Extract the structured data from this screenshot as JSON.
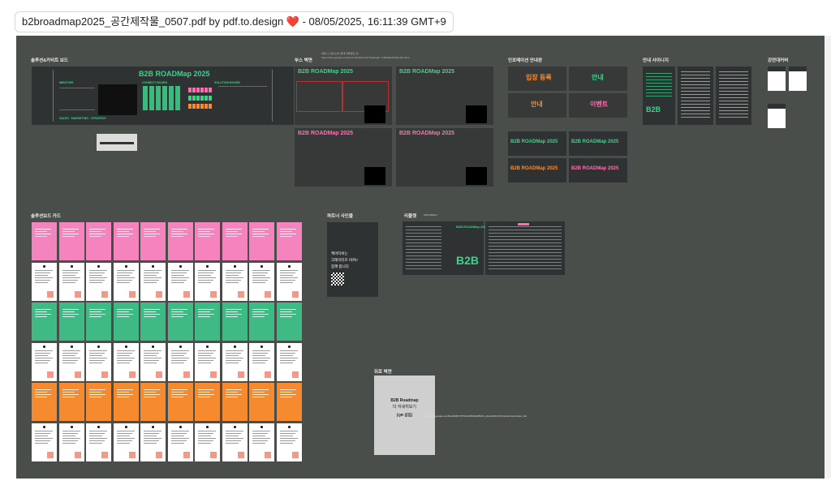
{
  "header": {
    "title": "b2broadmap2025_공간제작물_0507.pdf by pdf.to.design ❤️ - 08/05/2025, 16:11:39 GMT+9"
  },
  "sections": {
    "solution_board": "솔루션&카비트 보드",
    "booth_wall": "부스 벽면",
    "info_desk": "인포메이션 안내판",
    "guide_signage": "안내 사이니지",
    "lecture_stand": "강연대커버",
    "solution_cards": "솔루션보드 카드",
    "partner_sign": "파트너 사인물",
    "leaflet": "리플렛",
    "leaflet_size": "210×210mm",
    "back_wall": "뒤로 벽면"
  },
  "brand": {
    "b2b": "B2B",
    "road": "ROAD",
    "map_script": "Map",
    "year": "2025",
    "combo": "B2B ROADMap 2025"
  },
  "info_desk": {
    "entry": "입장 등록",
    "guide1": "안내",
    "guide2": "안내",
    "event": "이벤트"
  },
  "partner": {
    "line1": "케어티비는",
    "line2": "크레이티즈 비커!!",
    "line3": "함께 합니다"
  },
  "back_panel": {
    "title": "B2B Roadmap",
    "subtitle": "더 자세히보기",
    "qr": "[QR 삽입]",
    "url": "https://drive.google.com/file/d/1BKT3TKOuK8NRAW6Mml_pbeGKDKr0U7x/view?usp=share_link"
  },
  "booth_note": {
    "label": "파일 나 인쇄 소재 (현재 미확정된 것)",
    "url": "https://drive.google.com/drive/u/0/folders/1bThawngjhr-YO8Wk8yFTqRm46-1F0-k"
  },
  "board_labels": {
    "col1": "MENTORS",
    "col2": "CONNECT BOARD",
    "col3": "SOLUTION BOARD",
    "footer": "SALES · MARKETING · STRATEGY"
  },
  "colors": {
    "canvas": "#4a4e4b",
    "board": "#2f3232",
    "neon_green": "#3fd18c",
    "pink": "#f483be",
    "green_card": "#3fba84",
    "orange": "#f58a2e",
    "white_card": "#ffffff"
  }
}
